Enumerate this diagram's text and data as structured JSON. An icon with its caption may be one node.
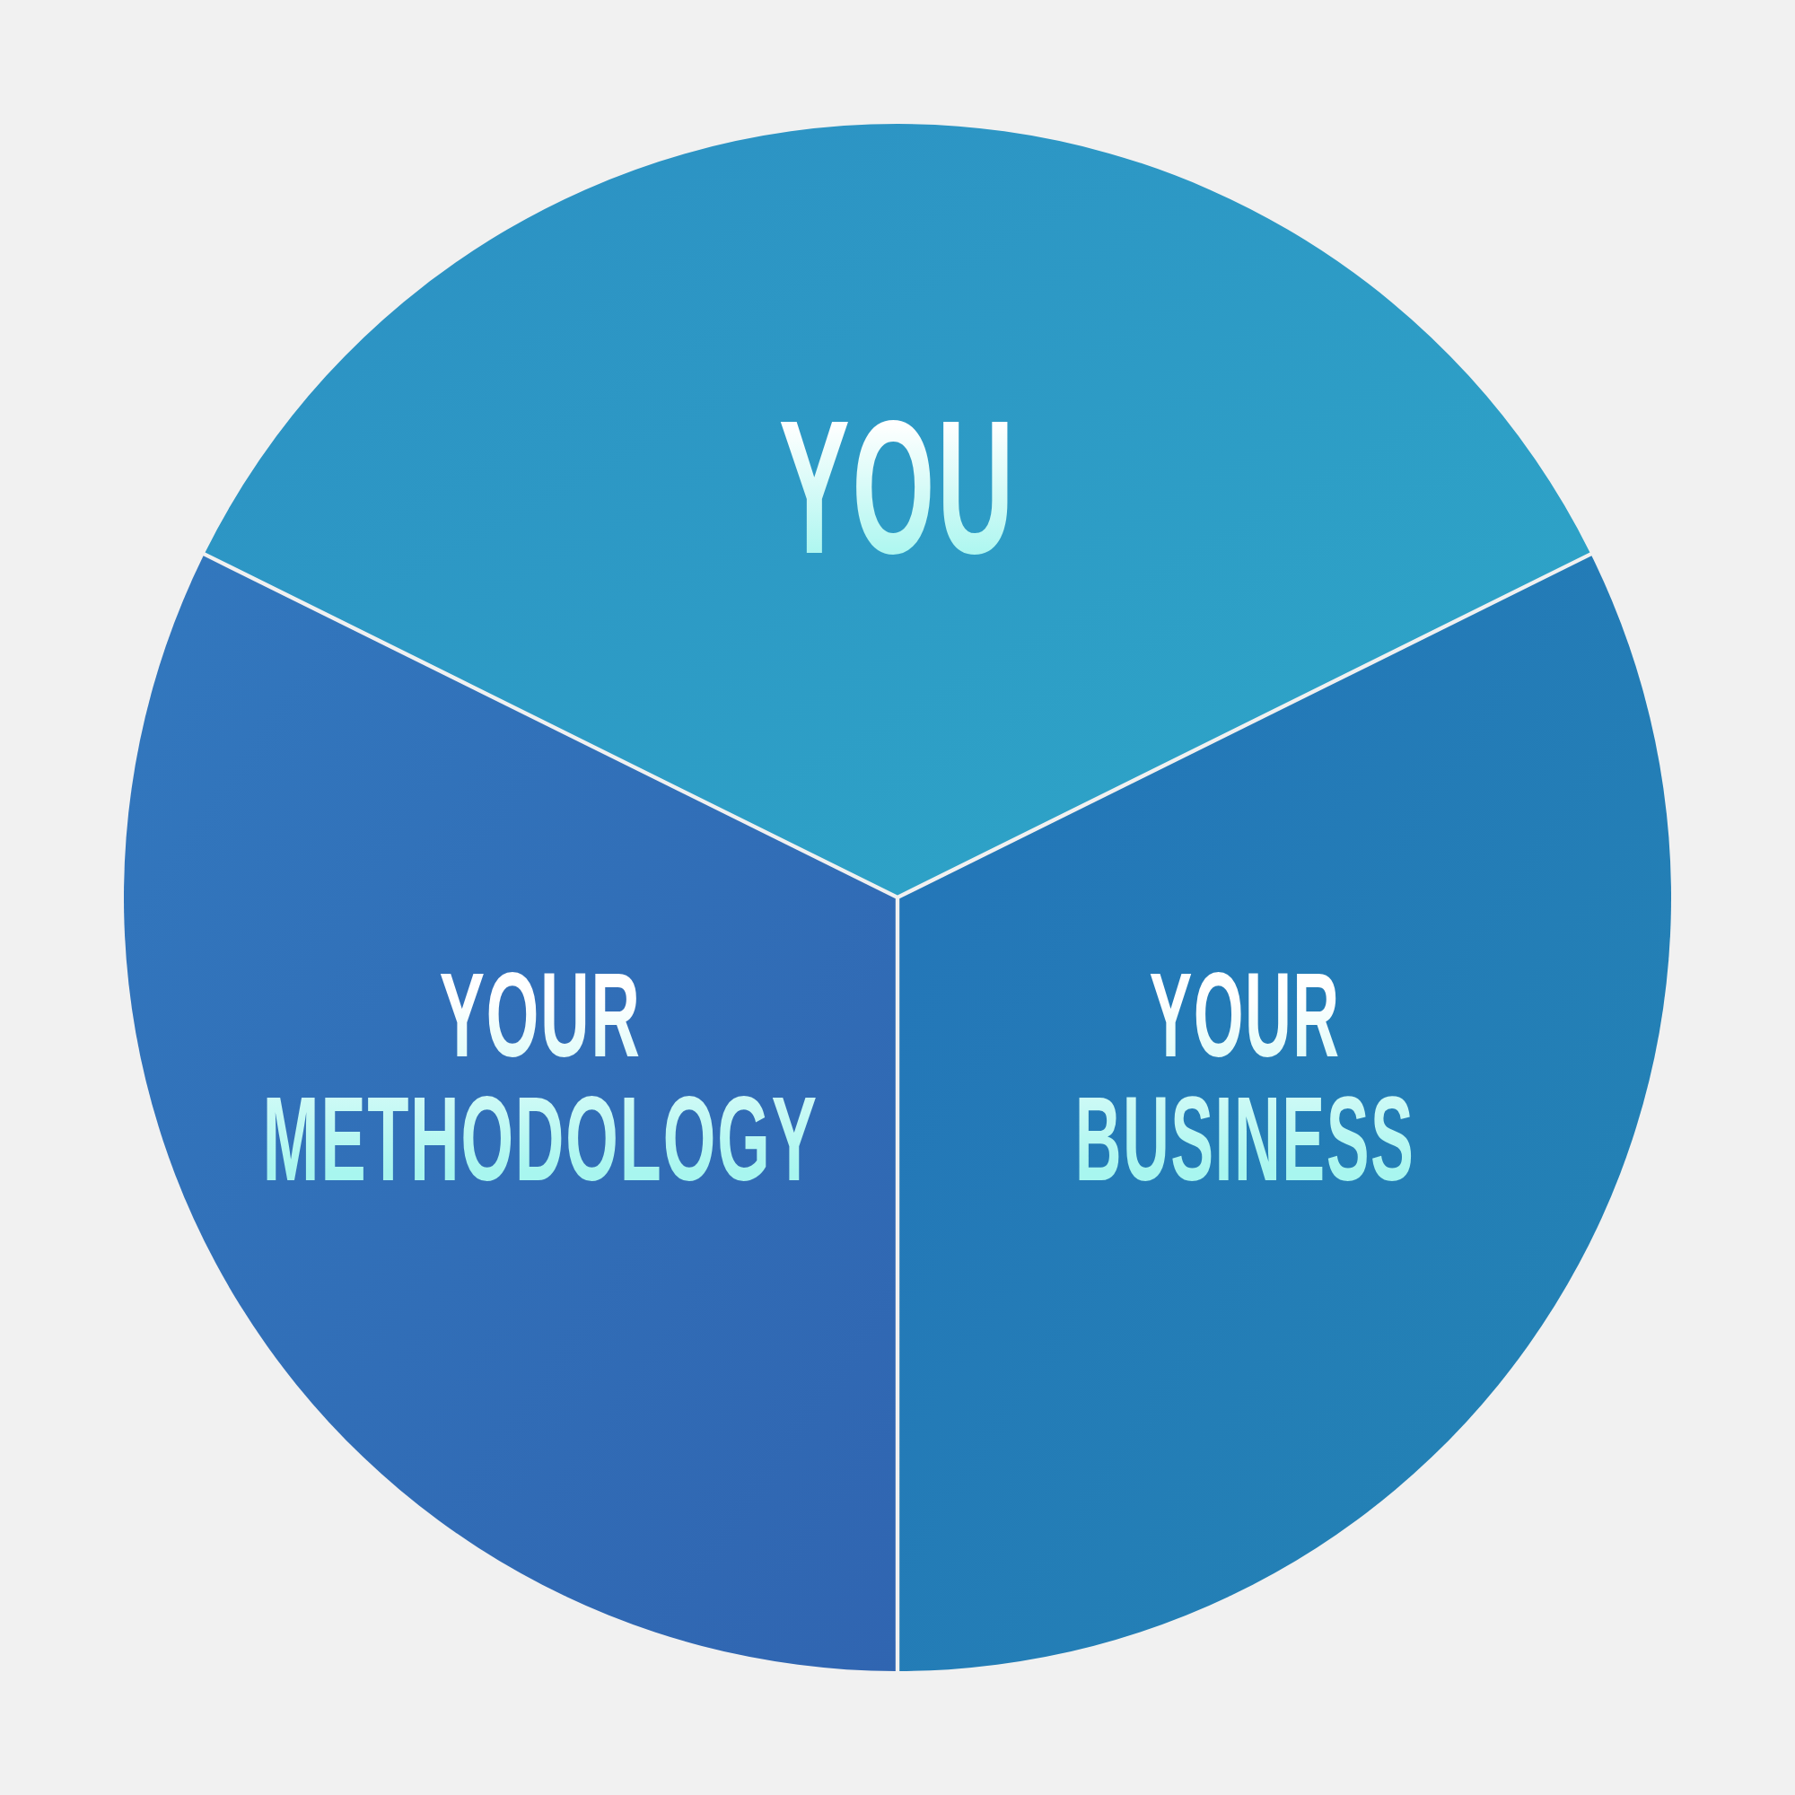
{
  "diagram": {
    "nodes": [
      {
        "text": [
          "YOU"
        ]
      },
      {
        "text": [
          "YOUR METHODOLOGY"
        ]
      },
      {
        "text": [
          "YOUR BUSINESS"
        ]
      }
    ]
  }
}
